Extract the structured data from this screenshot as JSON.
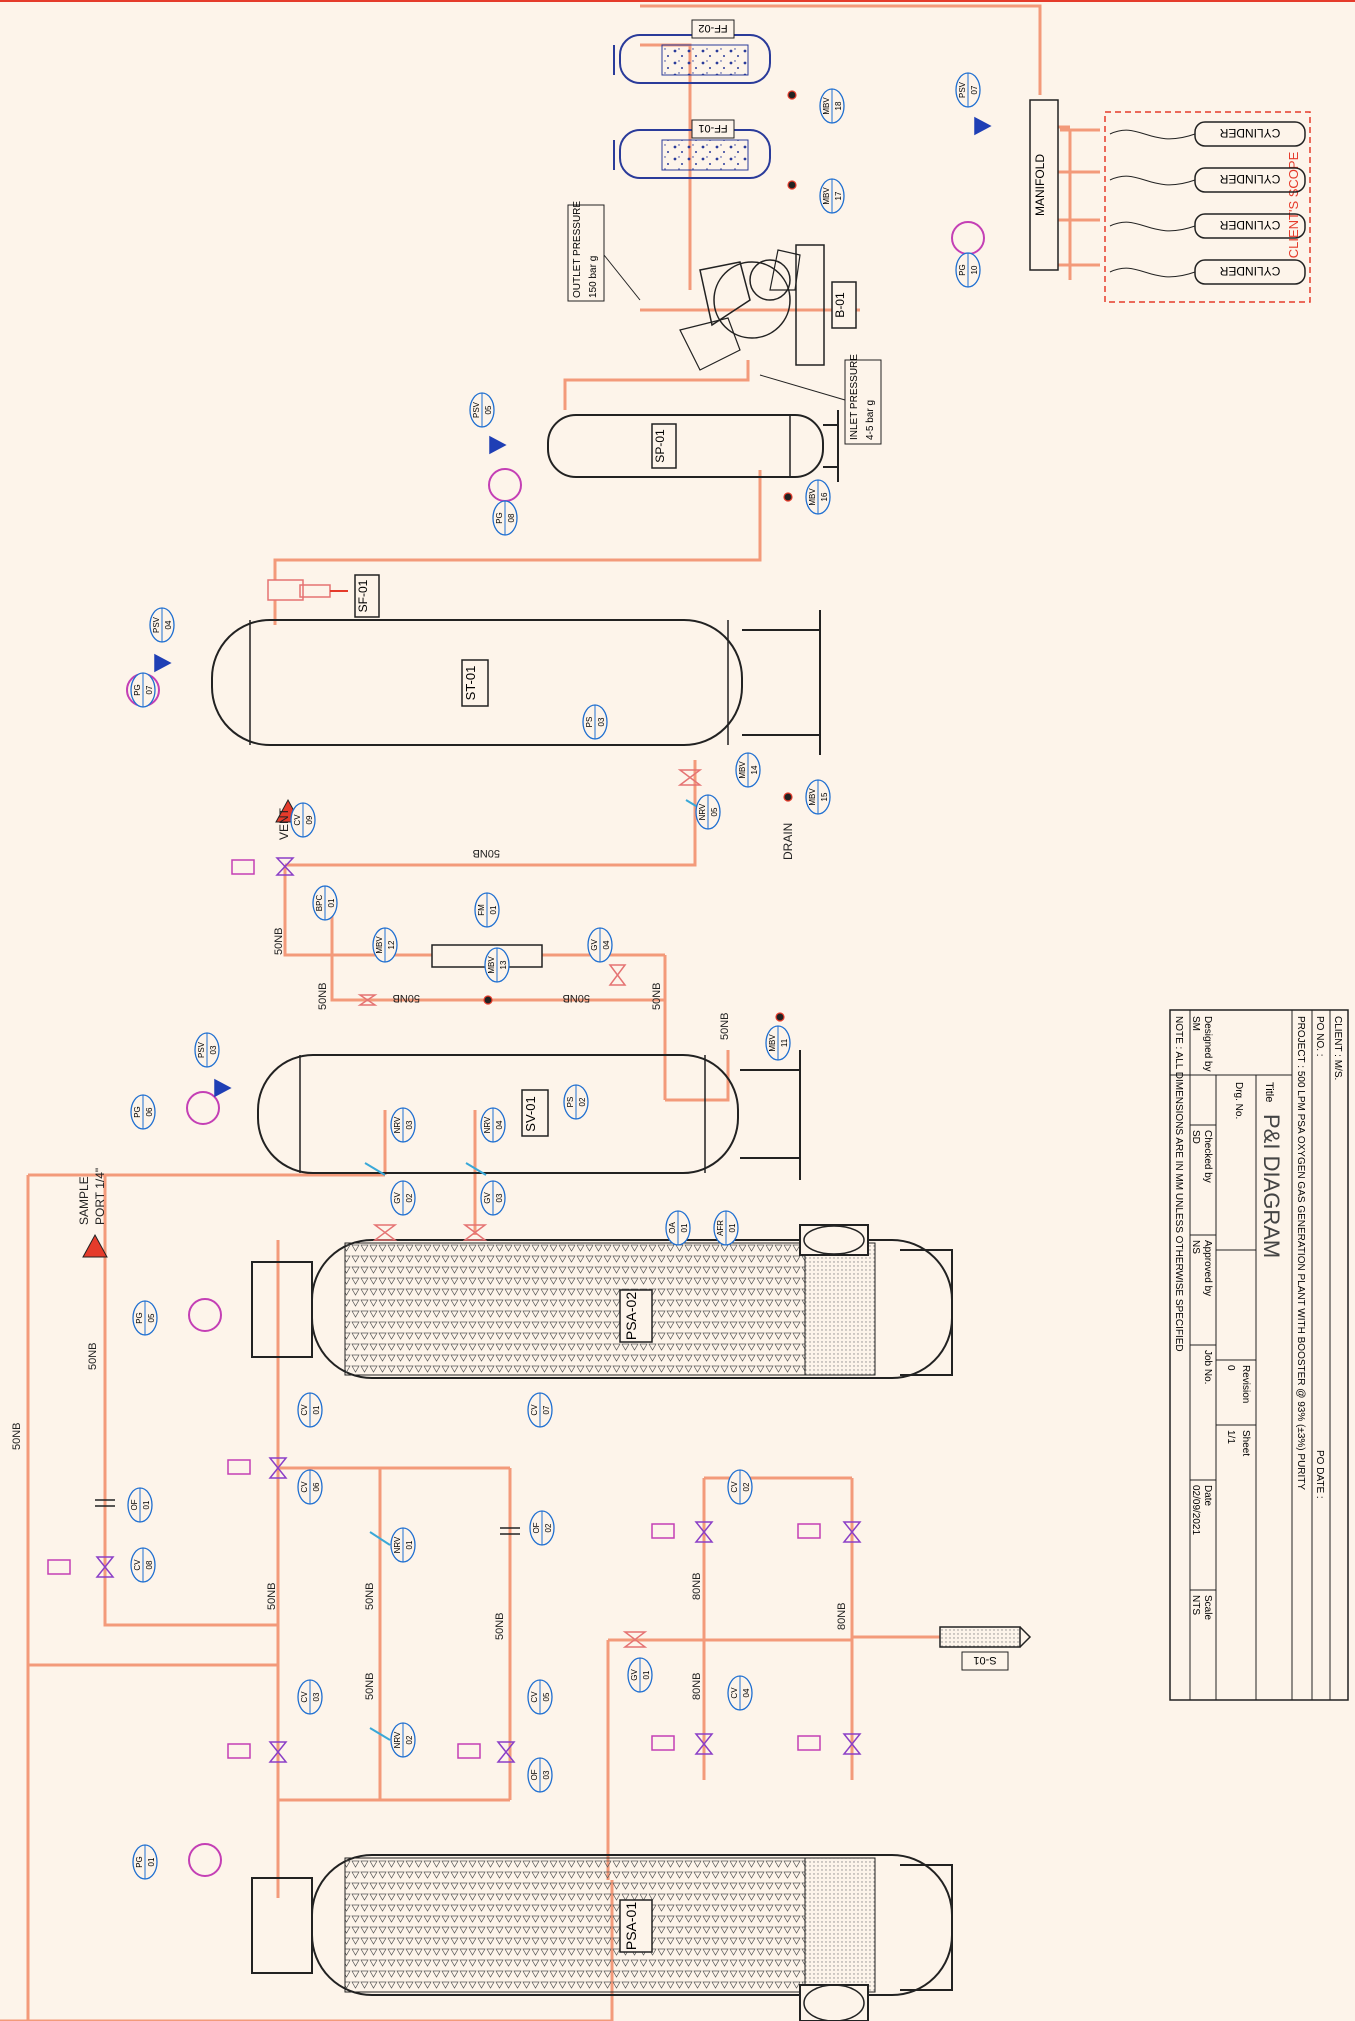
{
  "title_block": {
    "client": "CLIENT : M/S.",
    "po_no": "PO NO. :",
    "po_date": "PO DATE :",
    "project": "PROJECT : 500 LPM PSA OXYGEN GAS GENERATION PLANT WITH BOOSTER @ 93% (±3%) PURITY",
    "title_label": "Title",
    "title": "P&I DIAGRAM",
    "drg_no": "Drg. No.",
    "revision_label": "Revision",
    "revision": "0",
    "sheet_label": "Sheet",
    "sheet": "1/1",
    "designed_label": "Designed by",
    "designed": "SM",
    "checked_label": "Checked by",
    "checked": "SD",
    "approved_label": "Approved by",
    "approved": "NS",
    "job_label": "Job No.",
    "date_label": "Date",
    "date": "02/09/2021",
    "scale_label": "Scale",
    "scale": "NTS",
    "note": "NOTE : ALL DIMENSIONS ARE IN MM UNLESS OTHERWISE SPECIFIED"
  },
  "equipment": {
    "psa01": "PSA-01",
    "psa02": "PSA-02",
    "sv01": "SV-01",
    "st01": "ST-01",
    "sp01": "SP-01",
    "sf01": "SF-01",
    "b01": "B-01",
    "ff01": "FF-01",
    "ff02": "FF-02",
    "manifold": "MANIFOLD",
    "s01": "S-01",
    "cylinder": "CYLINDER",
    "clients_scope": "CLIENT'S SCOPE"
  },
  "notes": {
    "outlet_pressure": [
      "OUTLET PRESSURE",
      "150 bar g"
    ],
    "inlet_pressure": [
      "INLET PRESSURE",
      "4-5 bar g"
    ],
    "vent": "VENT",
    "drain": "DRAIN",
    "sample_port": [
      "SAMPLE",
      "PORT 1/4\""
    ]
  },
  "line_sizes": {
    "nb50": "50NB",
    "nb80": "80NB"
  },
  "tags": [
    [
      "PG",
      "01"
    ],
    [
      "PG",
      "05"
    ],
    [
      "PG",
      "06"
    ],
    [
      "PG",
      "07"
    ],
    [
      "PG",
      "08"
    ],
    [
      "PG",
      "10"
    ],
    [
      "PSV",
      "03"
    ],
    [
      "PSV",
      "04"
    ],
    [
      "PSV",
      "05"
    ],
    [
      "PSV",
      "07"
    ],
    [
      "CV",
      "01"
    ],
    [
      "CV",
      "02"
    ],
    [
      "CV",
      "03"
    ],
    [
      "CV",
      "04"
    ],
    [
      "CV",
      "05"
    ],
    [
      "CV",
      "06"
    ],
    [
      "CV",
      "07"
    ],
    [
      "CV",
      "08"
    ],
    [
      "CV",
      "09"
    ],
    [
      "NRV",
      "01"
    ],
    [
      "NRV",
      "02"
    ],
    [
      "NRV",
      "03"
    ],
    [
      "NRV",
      "04"
    ],
    [
      "NRV",
      "05"
    ],
    [
      "GV",
      "01"
    ],
    [
      "GV",
      "02"
    ],
    [
      "GV",
      "03"
    ],
    [
      "GV",
      "04"
    ],
    [
      "OF",
      "01"
    ],
    [
      "OF",
      "02"
    ],
    [
      "OF",
      "03"
    ],
    [
      "PS",
      "02"
    ],
    [
      "PS",
      "03"
    ],
    [
      "MBV",
      "11"
    ],
    [
      "MBV",
      "12"
    ],
    [
      "MBV",
      "13"
    ],
    [
      "MBV",
      "14"
    ],
    [
      "MBV",
      "15"
    ],
    [
      "MBV",
      "16"
    ],
    [
      "MBV",
      "17"
    ],
    [
      "MBV",
      "18"
    ],
    [
      "FM",
      "01"
    ],
    [
      "BPC",
      "01"
    ],
    [
      "AFR",
      "01"
    ],
    [
      "OA",
      "01"
    ]
  ]
}
